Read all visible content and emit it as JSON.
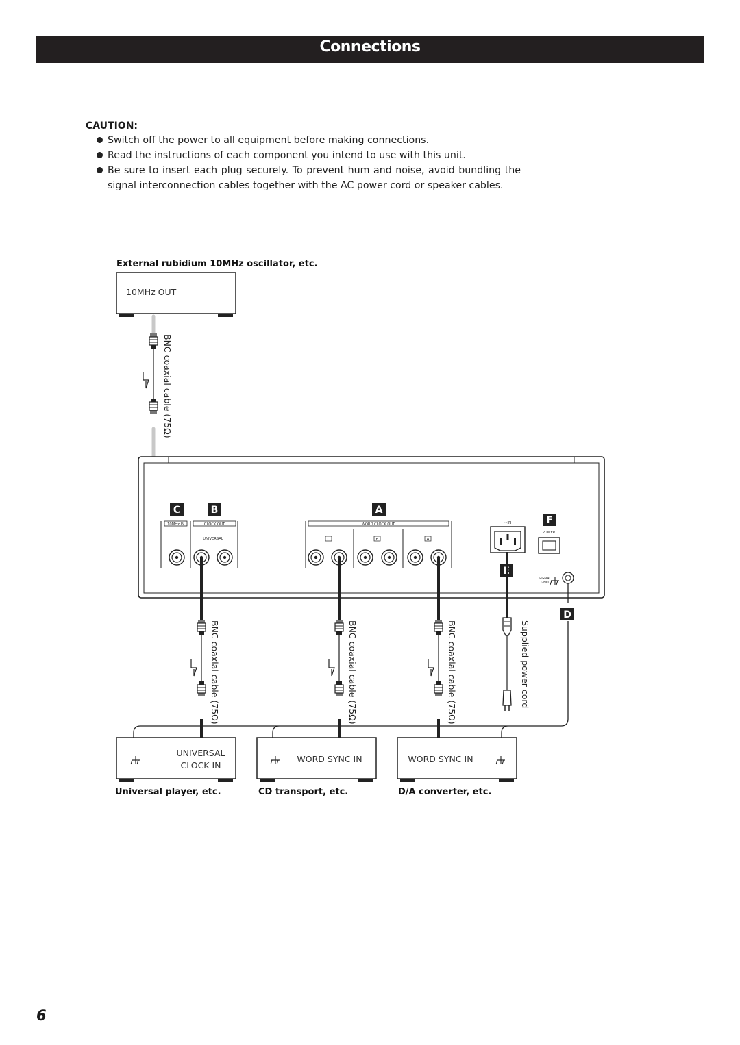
{
  "header": {
    "title": "Connections"
  },
  "caution": {
    "heading": "CAUTION:",
    "items": [
      "Switch off the power to all equipment before making connections.",
      "Read the instructions of each component you intend to use with this unit.",
      "Be sure to insert each plug securely. To prevent hum and noise, avoid bundling the signal interconnection cables together with the AC power cord or speaker cables."
    ]
  },
  "diagram": {
    "oscillator": {
      "caption": "External rubidium 10MHz oscillator, etc.",
      "port": "10MHz OUT"
    },
    "cable_labels": {
      "bnc": "BNC coaxial cable (75Ω)",
      "power": "Supplied power cord"
    },
    "unit_panel": {
      "terminal_letters": {
        "a": "A",
        "b": "B",
        "c": "C",
        "d": "D",
        "e": "E",
        "f": "F"
      },
      "labels": {
        "tenmhz_in": "10MHz IN",
        "clock_out": "CLOCK OUT",
        "universal": "UNIVERSAL",
        "word_clock_out": "WORD CLOCK OUT",
        "ac_in": "~IN",
        "power": "POWER",
        "signal_gnd_1": "SIGNAL",
        "signal_gnd_2": "GND"
      },
      "sub_labels": [
        "C",
        "B",
        "A"
      ]
    },
    "devices": [
      {
        "caption": "Universal player, etc.",
        "port_line1": "UNIVERSAL",
        "port_line2": "CLOCK IN"
      },
      {
        "caption": "CD transport, etc.",
        "port_line1": "WORD SYNC IN"
      },
      {
        "caption": "D/A converter, etc.",
        "port_line1": "WORD SYNC IN"
      }
    ]
  },
  "page_number": "6"
}
